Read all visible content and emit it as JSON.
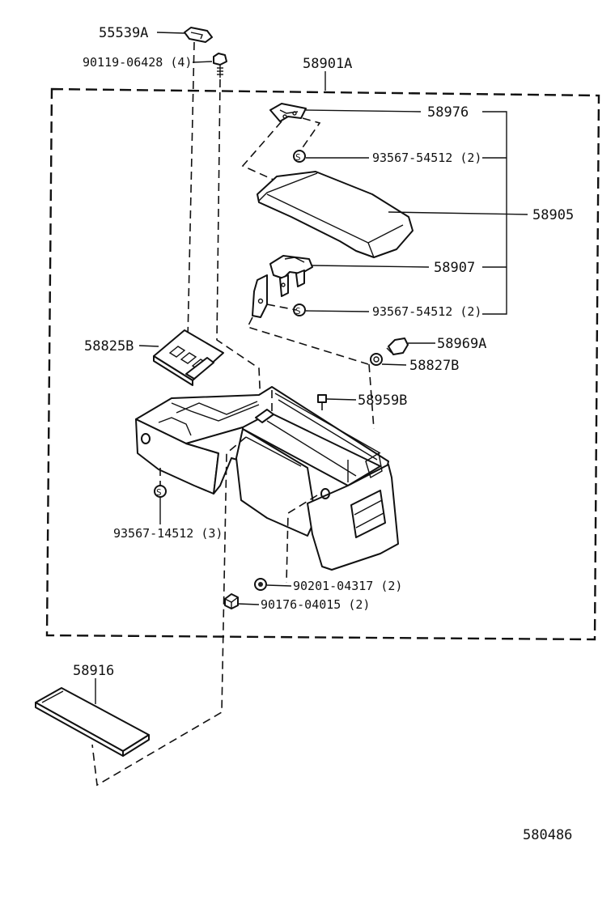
{
  "labels": {
    "p55539a": "55539A",
    "p90119": "90119-06428 (4)",
    "p58901a": "58901A",
    "p58976": "58976",
    "p93567_54512_a": "93567-54512 (2)",
    "p58905": "58905",
    "p58907": "58907",
    "p93567_54512_b": "93567-54512 (2)",
    "p58969a": "58969A",
    "p58827b": "58827B",
    "p58825b": "58825B",
    "p58959b": "58959B",
    "p93567_14512": "93567-14512 (3)",
    "p90201": "90201-04317 (2)",
    "p90176": "90176-04015 (2)",
    "p58916": "58916",
    "diagram_id": "580486"
  },
  "symbols": {
    "screw_mark": "S"
  }
}
